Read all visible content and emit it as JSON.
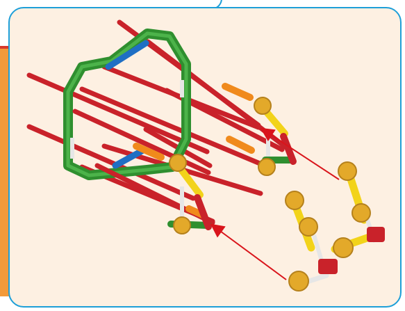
{
  "colors": {
    "panel_background": "#fdf0e2",
    "panel_border": "#1d9fd8",
    "side_band": "#f39a3a",
    "rod_red": "#c9222a",
    "connector_green": "#2f8f2f",
    "connector_blue": "#1f6fc4",
    "connector_yellow": "#f2d31a",
    "connector_orange": "#f08a1c",
    "gear_gold": "#e3a92a",
    "rod_white": "#e6e6e6",
    "arrow_red": "#d9141b"
  },
  "icons": {
    "assembly": "knex-frame-assembly",
    "subassembly": "knex-gear-bracket-subassembly",
    "pointer": "red-arrow"
  }
}
